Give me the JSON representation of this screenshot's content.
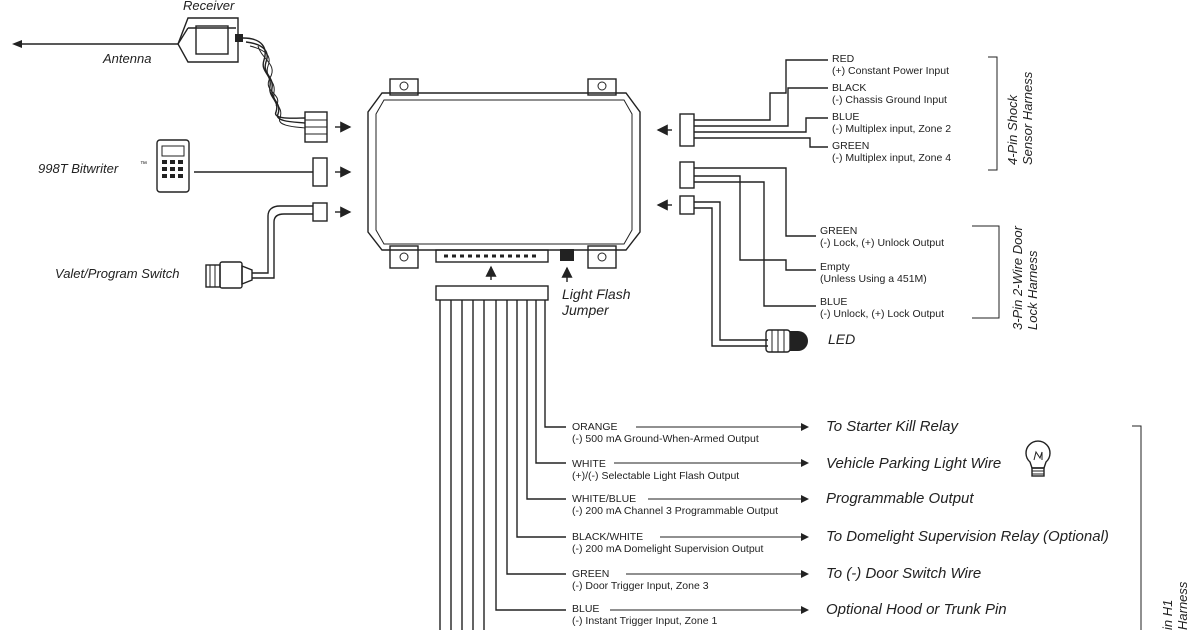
{
  "diagram": {
    "left": {
      "receiver_label": "Receiver",
      "antenna_label": "Antenna",
      "bitwriter_label": "998T Bitwriter",
      "bitwriter_tm": "™",
      "valet_label": "Valet/Program Switch"
    },
    "jumper": {
      "line1": "Light Flash",
      "line2": "Jumper"
    },
    "shock_harness": {
      "title_line1": "4-Pin Shock",
      "title_line2": "Sensor Harness",
      "wires": [
        {
          "color": "RED",
          "desc": "(+) Constant Power Input"
        },
        {
          "color": "BLACK",
          "desc": "(-) Chassis Ground Input"
        },
        {
          "color": "BLUE",
          "desc": "(-) Multiplex input, Zone 2"
        },
        {
          "color": "GREEN",
          "desc": "(-) Multiplex input, Zone 4"
        }
      ]
    },
    "door_harness": {
      "title_line1": "3-Pin 2-Wire Door",
      "title_line2": "Lock Harness",
      "wires": [
        {
          "color": "GREEN",
          "desc": "(-) Lock, (+) Unlock Output"
        },
        {
          "color": "Empty",
          "desc": "(Unless Using a 451M)"
        },
        {
          "color": "BLUE",
          "desc": "(-) Unlock, (+) Lock Output"
        }
      ]
    },
    "led_label": "LED",
    "h1_harness": {
      "title_line1": "in H1",
      "title_line2": "Harness",
      "wires": [
        {
          "color": "ORANGE",
          "desc": "(-) 500 mA Ground-When-Armed Output",
          "dest": "To Starter Kill Relay"
        },
        {
          "color": "WHITE",
          "desc": "(+)/(-) Selectable Light Flash Output",
          "dest": "Vehicle Parking Light Wire"
        },
        {
          "color": "WHITE/BLUE",
          "desc": "(-) 200 mA Channel 3 Programmable Output",
          "dest": "Programmable Output"
        },
        {
          "color": "BLACK/WHITE",
          "desc": "(-) 200 mA Domelight Supervision Output",
          "dest": "To Domelight Supervision Relay (Optional)"
        },
        {
          "color": "GREEN",
          "desc": "(-) Door Trigger Input, Zone 3",
          "dest": "To (-) Door Switch Wire"
        },
        {
          "color": "BLUE",
          "desc": "(-) Instant Trigger Input, Zone 1",
          "dest": "Optional Hood or Trunk Pin"
        }
      ]
    }
  }
}
